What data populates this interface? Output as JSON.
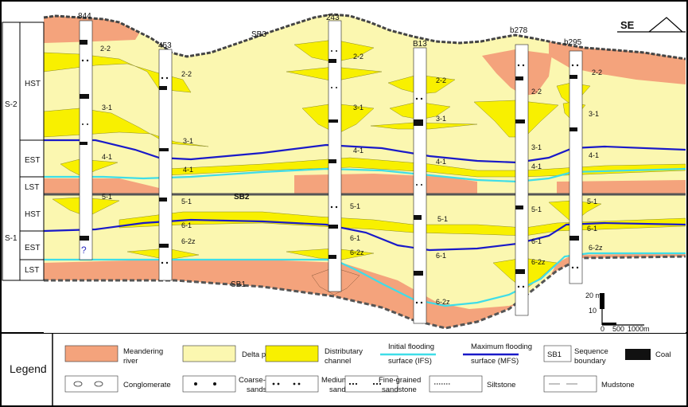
{
  "wells": [
    "844",
    "453",
    "243",
    "B13",
    "b278",
    "b295"
  ],
  "orientation": "SE",
  "sequences": {
    "upper": "S-2",
    "lower": "S-1",
    "systems": {
      "hst": "HST",
      "est": "EST",
      "lst": "LST"
    }
  },
  "boundaries": {
    "sb1": "SB1",
    "sb2": "SB2",
    "sb3": "SB3"
  },
  "layer_labels": {
    "l22": "2-2",
    "l31": "3-1",
    "l41": "4-1",
    "l51": "5-1",
    "l61": "6-1",
    "l62z": "6-2z"
  },
  "question": "?",
  "scale": {
    "v20": "20 m",
    "v10": "10",
    "h0": "0",
    "h500": "500",
    "h1000": "1000m"
  },
  "legend": {
    "title": "Legend",
    "meandering": [
      "Meandering",
      "river"
    ],
    "delta": [
      "Delta plain"
    ],
    "distributary": [
      "Distributary",
      "channel"
    ],
    "ifs": [
      "Initial flooding",
      "surface (IFS)"
    ],
    "mfs": [
      "Maximum flooding",
      "surface (MFS)"
    ],
    "sb_code": "SB1",
    "sb_text": [
      "Sequence",
      "boundary"
    ],
    "coal": [
      "Coal"
    ],
    "conglomerate": [
      "Conglomerate"
    ],
    "coarse": [
      "Coarse-grained",
      "sandstone"
    ],
    "medium": [
      "Medium-grained",
      "sandstone"
    ],
    "fine": [
      "Fine-grained",
      "sandstone"
    ],
    "silt": [
      "Siltstone"
    ],
    "mud": [
      "Mudstone"
    ]
  },
  "colors": {
    "meandering_river": "#f4a37c",
    "delta_plain": "#fbf7b0",
    "distributary_channel": "#f8f000",
    "ifs": "#3fdde8",
    "mfs": "#1a1ac8",
    "coal": "#111111"
  }
}
